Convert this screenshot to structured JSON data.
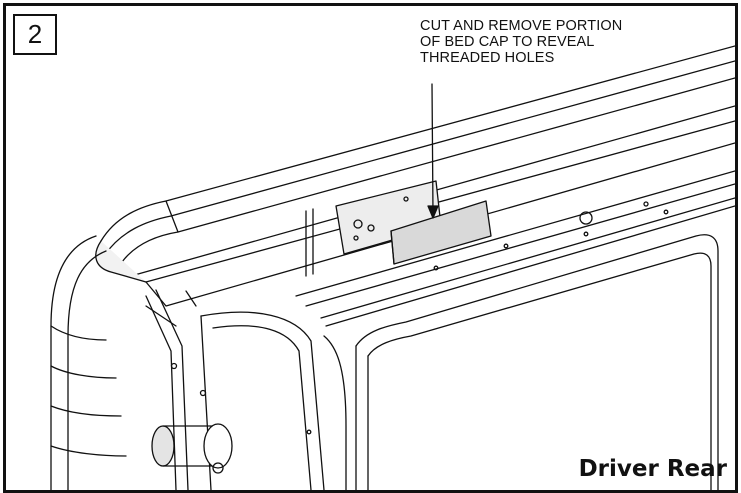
{
  "step": {
    "number": "2"
  },
  "callout": {
    "lines": [
      "CUT AND REMOVE PORTION",
      "OF BED CAP TO REVEAL",
      "THREADED HOLES"
    ]
  },
  "view": {
    "label": "Driver Rear"
  },
  "colors": {
    "line": "#111111",
    "shade": "#d9d9d9",
    "light": "#f2f2f2",
    "background": "#ffffff"
  }
}
